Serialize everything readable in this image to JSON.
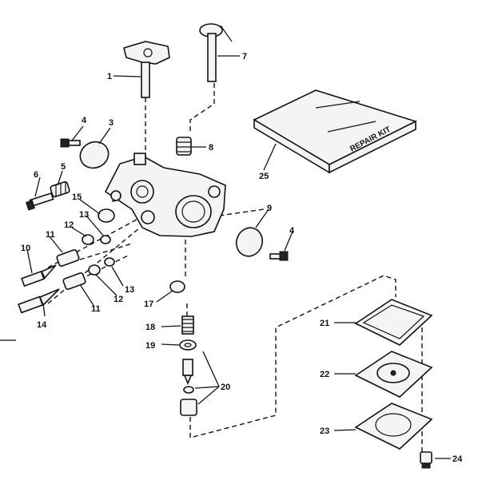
{
  "kit_label": "REPAIR KIT",
  "callouts": [
    {
      "id": "1",
      "text": "1"
    },
    {
      "id": "7",
      "text": "7"
    },
    {
      "id": "4a",
      "text": "4"
    },
    {
      "id": "3",
      "text": "3"
    },
    {
      "id": "8",
      "text": "8"
    },
    {
      "id": "6",
      "text": "6"
    },
    {
      "id": "5",
      "text": "5"
    },
    {
      "id": "15",
      "text": "15"
    },
    {
      "id": "25",
      "text": "25"
    },
    {
      "id": "9",
      "text": "9"
    },
    {
      "id": "4b",
      "text": "4"
    },
    {
      "id": "13a",
      "text": "13"
    },
    {
      "id": "12a",
      "text": "12"
    },
    {
      "id": "11a",
      "text": "11"
    },
    {
      "id": "10",
      "text": "10"
    },
    {
      "id": "13b",
      "text": "13"
    },
    {
      "id": "12b",
      "text": "12"
    },
    {
      "id": "11b",
      "text": "11"
    },
    {
      "id": "14",
      "text": "14"
    },
    {
      "id": "17",
      "text": "17"
    },
    {
      "id": "18",
      "text": "18"
    },
    {
      "id": "19",
      "text": "19"
    },
    {
      "id": "20",
      "text": "20"
    },
    {
      "id": "21",
      "text": "21"
    },
    {
      "id": "22",
      "text": "22"
    },
    {
      "id": "23",
      "text": "23"
    },
    {
      "id": "24",
      "text": "24"
    }
  ]
}
